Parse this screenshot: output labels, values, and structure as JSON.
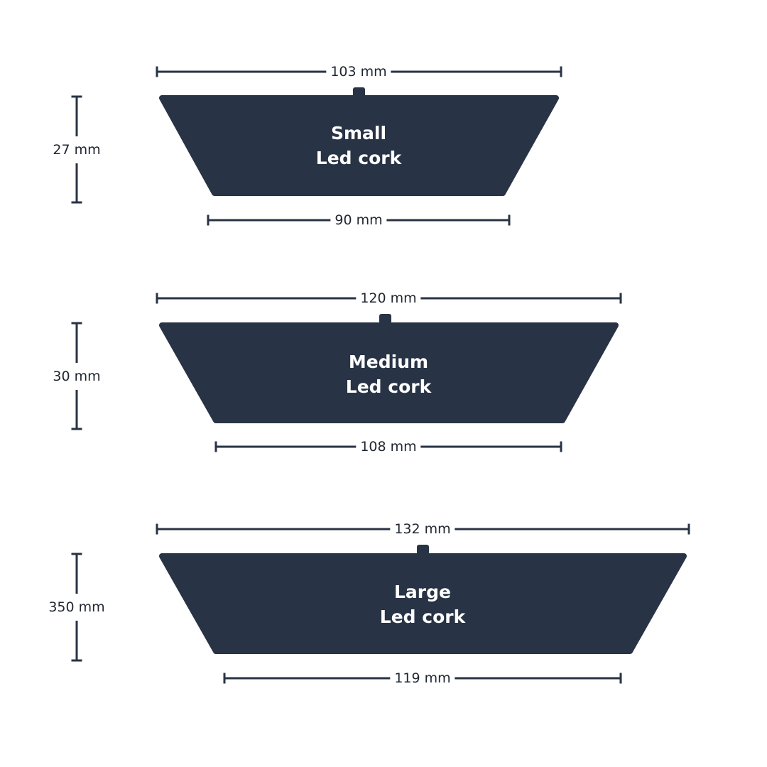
{
  "colors": {
    "shape": "#283345",
    "line": "#283345",
    "text": "#1f2630",
    "title_text": "#ffffff",
    "background": "#ffffff"
  },
  "items": [
    {
      "name": "Small",
      "line1": "Small",
      "line2": "Led cork",
      "top_width": "103 mm",
      "bottom_width": "90 mm",
      "height": "27 mm"
    },
    {
      "name": "Medium",
      "line1": "Medium",
      "line2": "Led cork",
      "top_width": "120 mm",
      "bottom_width": "108 mm",
      "height": "30 mm"
    },
    {
      "name": "Large",
      "line1": "Large",
      "line2": "Led cork",
      "top_width": "132 mm",
      "bottom_width": "119 mm",
      "height": "350 mm"
    }
  ]
}
